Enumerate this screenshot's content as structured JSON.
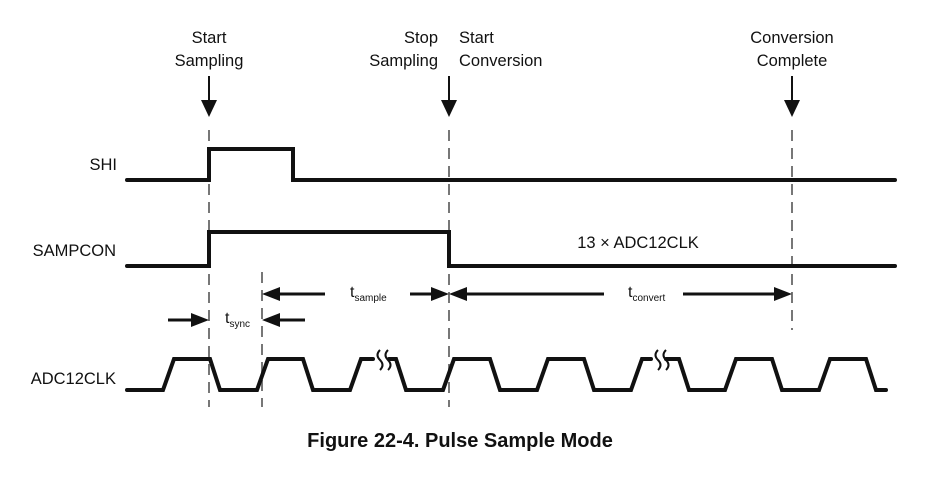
{
  "figure": {
    "caption": "Figure 22-4. Pulse Sample Mode"
  },
  "events": [
    {
      "id": "start-sampling",
      "line1": "Start",
      "line2": "Sampling"
    },
    {
      "id": "stop-sampling",
      "line1": "Stop",
      "line2": "Sampling"
    },
    {
      "id": "start-conversion",
      "line1": "Start",
      "line2": "Conversion"
    },
    {
      "id": "conversion-complete",
      "line1": "Conversion",
      "line2": "Complete"
    }
  ],
  "signals": [
    {
      "name": "SHI",
      "waveform": "pulse"
    },
    {
      "name": "SAMPCON",
      "waveform": "pulse"
    },
    {
      "name": "ADC12CLK",
      "waveform": "clock"
    }
  ],
  "annotations": {
    "conversion_cycles": "13 × ADC12CLK",
    "t_sync": {
      "main": "t",
      "sub": "sync"
    },
    "t_sample": {
      "main": "t",
      "sub": "sample"
    },
    "t_convert": {
      "main": "t",
      "sub": "convert"
    }
  },
  "colors": {
    "signal": "#111111",
    "guide_dash": "#777777",
    "background": "#ffffff"
  }
}
